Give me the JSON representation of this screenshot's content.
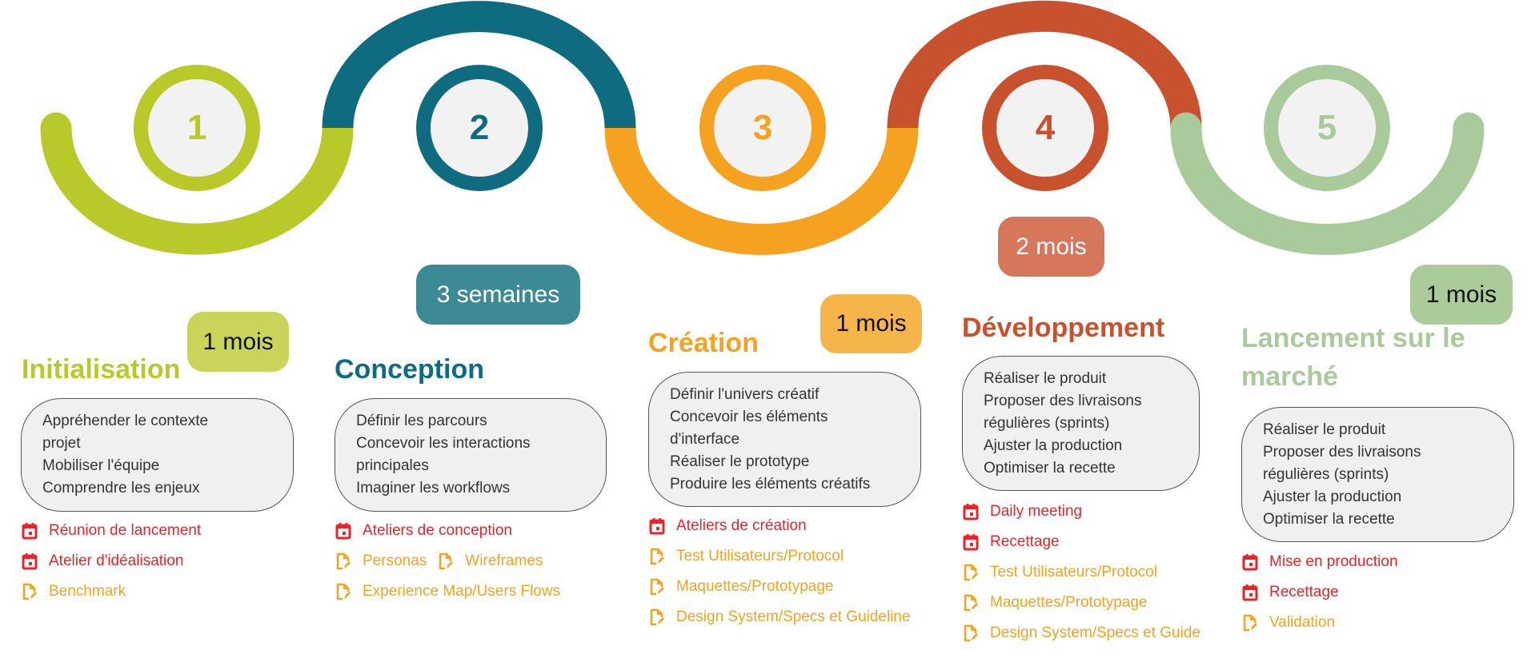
{
  "colors": {
    "green": "#b9c92a",
    "teal": "#0e6b80",
    "orange": "#f4a21f",
    "red": "#c8512e",
    "lightgreen": "#a9cb9b",
    "event": "#e8232a",
    "deliverable": "#f5a21e"
  },
  "phases": [
    {
      "number": "1",
      "title": "Initialisation",
      "duration": "1 mois",
      "tasks": [
        "Appréhender le contexte",
        "projet",
        "Mobiliser l'équipe",
        "Comprendre les enjeux"
      ],
      "items": [
        {
          "icon": "calendar-icon",
          "label": "Réunion de lancement"
        },
        {
          "icon": "calendar-icon",
          "label": "Atelier d'idéalisation"
        },
        {
          "icon": "document-edit-icon",
          "label": "Benchmark"
        }
      ]
    },
    {
      "number": "2",
      "title": "Conception",
      "duration": "3 semaines",
      "tasks": [
        "Définir les parcours",
        "Concevoir les interactions",
        "principales",
        "Imaginer les workflows"
      ],
      "items": [
        {
          "icon": "calendar-icon",
          "label": "Ateliers de conception"
        },
        {
          "icon": "document-edit-icon",
          "label": "Personas"
        },
        {
          "icon": "document-edit-icon",
          "label": "Wireframes"
        },
        {
          "icon": "document-edit-icon",
          "label": "Experience Map/Users Flows"
        }
      ]
    },
    {
      "number": "3",
      "title": "Création",
      "duration": "1 mois",
      "tasks": [
        "Définir l'univers créatif",
        "Concevoir les éléments",
        "d'interface",
        "Réaliser le prototype",
        "Produire les éléments créatifs"
      ],
      "items": [
        {
          "icon": "calendar-icon",
          "label": "Ateliers de création"
        },
        {
          "icon": "document-edit-icon",
          "label": "Test Utilisateurs/Protocol"
        },
        {
          "icon": "document-edit-icon",
          "label": "Maquettes/Prototypage"
        },
        {
          "icon": "document-edit-icon",
          "label": "Design System/Specs et Guideline"
        }
      ]
    },
    {
      "number": "4",
      "title": "Développement",
      "duration": "2 mois",
      "tasks": [
        "Réaliser le produit",
        "Proposer des livraisons",
        "régulières (sprints)",
        "Ajuster la production",
        "Optimiser la recette"
      ],
      "items": [
        {
          "icon": "calendar-icon",
          "label": "Daily meeting"
        },
        {
          "icon": "calendar-icon",
          "label": "Recettage"
        },
        {
          "icon": "document-edit-icon",
          "label": "Test Utilisateurs/Protocol"
        },
        {
          "icon": "document-edit-icon",
          "label": "Maquettes/Prototypage"
        },
        {
          "icon": "document-edit-icon",
          "label": "Design System/Specs et Guide"
        }
      ]
    },
    {
      "number": "5",
      "title_lines": [
        "Lancement sur le",
        "marché"
      ],
      "duration": "1 mois",
      "tasks": [
        "Réaliser le produit",
        "Proposer des livraisons",
        "régulières (sprints)",
        "Ajuster la production",
        "Optimiser la recette"
      ],
      "items": [
        {
          "icon": "calendar-icon",
          "label": "Mise en production"
        },
        {
          "icon": "calendar-icon",
          "label": "Recettage"
        },
        {
          "icon": "document-edit-icon",
          "label": "Validation"
        }
      ]
    }
  ]
}
